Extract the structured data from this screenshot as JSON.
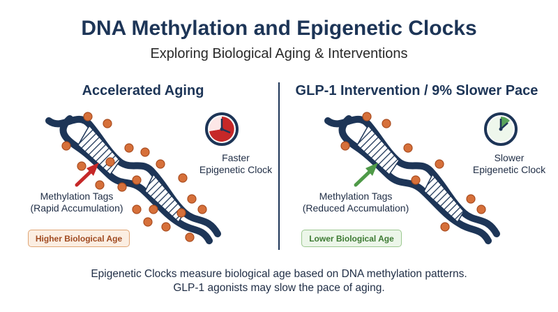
{
  "title": "DNA Methylation and Epigenetic Clocks",
  "subtitle": "Exploring Biological Aging & Interventions",
  "left": {
    "heading": "Accelerated Aging",
    "clock_line1": "Faster",
    "clock_line2": "Epigenetic Clock",
    "tag_line1": "Methylation Tags",
    "tag_line2": "(Rapid Accumulation)",
    "badge": "Higher Biological Age"
  },
  "right": {
    "heading": "GLP-1 Intervention / 9% Slower Pace",
    "clock_line1": "Slower",
    "clock_line2": "Epigenetic Clock",
    "tag_line1": "Methylation Tags",
    "tag_line2": "(Reduced Accumulation)",
    "badge": "Lower Biological Age"
  },
  "footer": {
    "line1": "Epigenetic Clocks measure biological age based on DNA methylation patterns.",
    "line2": "GLP-1 agonists may slow the pace of aging."
  },
  "colors": {
    "navy": "#1d3557",
    "tag_orange": "#d6703a",
    "arrow_red": "#c62828",
    "arrow_green": "#4f9a48",
    "clock_fast": "#c62828",
    "clock_slow": "#5aa45a"
  }
}
